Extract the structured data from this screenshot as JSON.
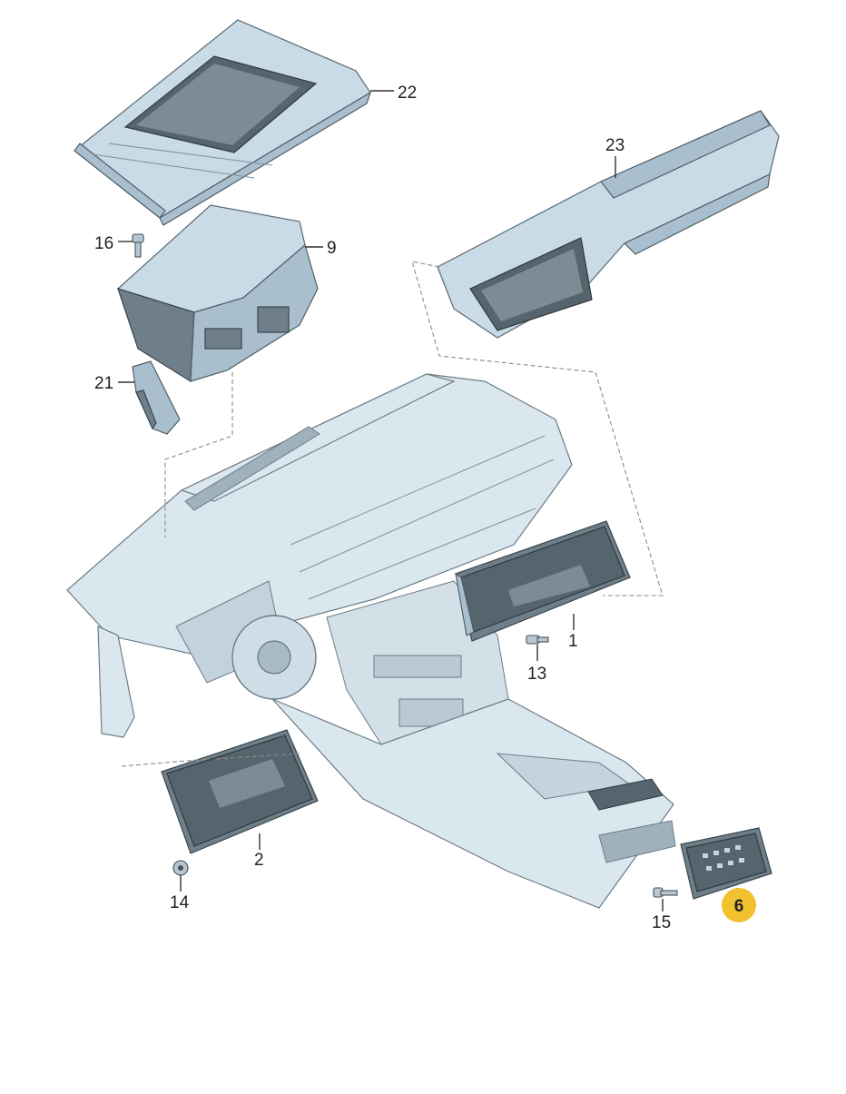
{
  "diagram": {
    "callouts": [
      {
        "id": "c22",
        "label": "22",
        "highlight": false
      },
      {
        "id": "c23",
        "label": "23",
        "highlight": false
      },
      {
        "id": "c16",
        "label": "16",
        "highlight": false
      },
      {
        "id": "c9",
        "label": "9",
        "highlight": false
      },
      {
        "id": "c21",
        "label": "21",
        "highlight": false
      },
      {
        "id": "c1",
        "label": "1",
        "highlight": false
      },
      {
        "id": "c13",
        "label": "13",
        "highlight": false
      },
      {
        "id": "c2",
        "label": "2",
        "highlight": false
      },
      {
        "id": "c14",
        "label": "14",
        "highlight": false
      },
      {
        "id": "c15",
        "label": "15",
        "highlight": false
      },
      {
        "id": "c6",
        "label": "6",
        "highlight": true
      }
    ],
    "colors": {
      "highlight": "#f2c12e",
      "part_light": "#c9dbe6",
      "screen": "#56646e",
      "dashboard": "#dbe7ee"
    }
  }
}
